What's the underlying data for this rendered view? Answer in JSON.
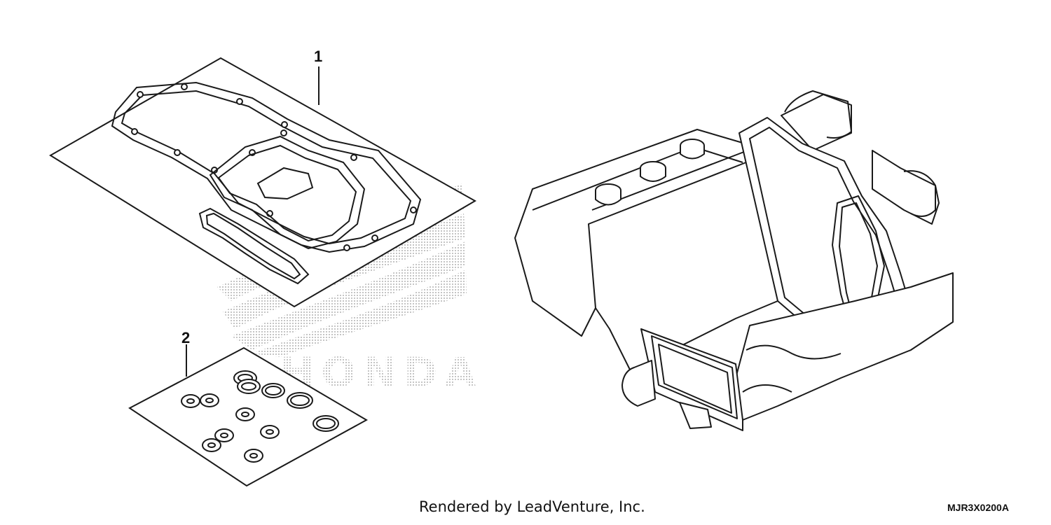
{
  "callouts": {
    "part_1": "1",
    "part_2": "2"
  },
  "watermark": {
    "brand_text": "HONDA",
    "color": "#b8b8b8"
  },
  "footer": {
    "credit": "Rendered by LeadVenture, Inc.",
    "ref_code": "MJR3X0200A"
  },
  "colors": {
    "line": "#1a1a1a",
    "background": "#ffffff"
  }
}
